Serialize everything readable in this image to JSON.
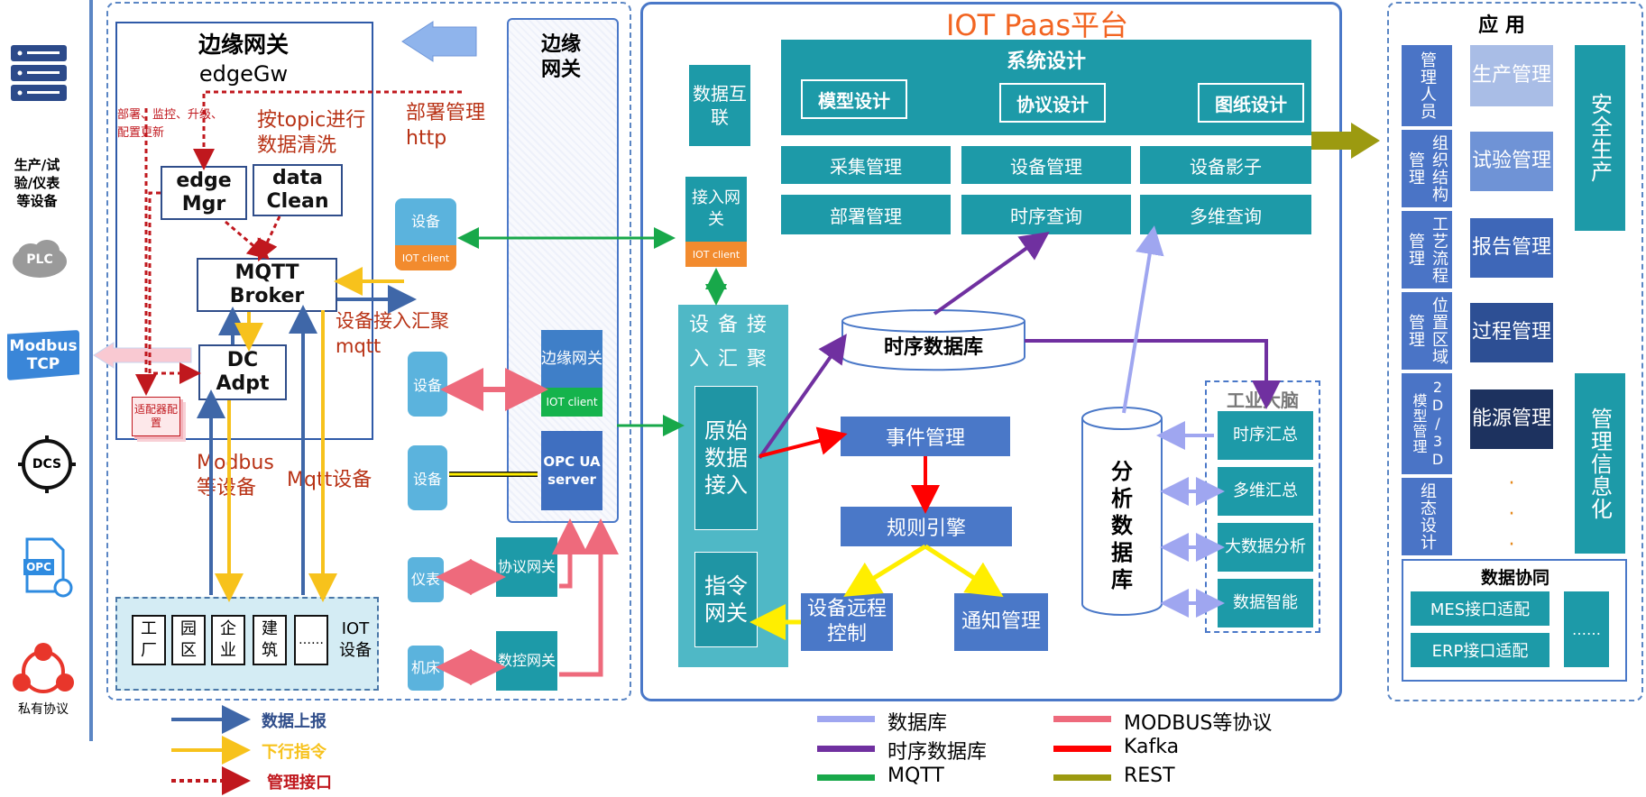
{
  "left_column": {
    "devices_label": "生产/试验/仪表等设备",
    "plc": "PLC",
    "modbus": "Modbus TCP",
    "dcs": "DCS",
    "opc": "OPC",
    "private": "私有协议"
  },
  "edge_gw": {
    "title": "边缘网关",
    "subtitle": "edgeGw",
    "deploy_note": "部署、监控、升级、配置更新",
    "topic_note": "按topic进行数据清洗",
    "deploy_mgmt": "部署管理http",
    "edge_mgr": "edge Mgr",
    "data_clean": "data Clean",
    "mqtt_broker": "MQTT Broker",
    "dc_adpt": "DC Adpt",
    "adapter_cfg": "适配器配置",
    "device_agg": "设备接入汇聚mqtt",
    "modbus_dev": "Modbus等设备",
    "mqtt_dev": "Mqtt设备",
    "sites": [
      "工厂",
      "园区",
      "企业",
      "建筑",
      "……"
    ],
    "iot_dev": "IOT设备"
  },
  "mid": {
    "edge_gw_col": "边缘网关",
    "device1": "设备",
    "iot_client": "IOT client",
    "device2": "设备",
    "device3": "设备",
    "edge_gw_box": "边缘网关",
    "opc_ua": "OPC UA server",
    "meter": "仪表",
    "proto_gw": "协议网关",
    "machine": "机床",
    "nc_gw": "数控网关"
  },
  "paas": {
    "title": "IOT Paas平台",
    "data_interconnect": "数据互联",
    "access_gw": "接入网关",
    "iot_client": "IOT client",
    "system_design": "系统设计",
    "model_design": "模型设计",
    "protocol_design": "协议设计",
    "drawing_design": "图纸设计",
    "row1": [
      "采集管理",
      "设备管理",
      "设备影子"
    ],
    "row2": [
      "部署管理",
      "时序查询",
      "多维查询"
    ],
    "device_access": "设备接入汇聚",
    "raw_data": "原始数据接入",
    "cmd_gw": "指令网关",
    "tsdb": "时序数据库",
    "event_mgmt": "事件管理",
    "rule_engine": "规则引擎",
    "remote_ctrl": "设备远程控制",
    "notify": "通知管理",
    "analysis_db": "分析数据库",
    "brain": "工业大脑",
    "brain_items": [
      "时序汇总",
      "多维汇总",
      "大数据分析",
      "数据智能"
    ]
  },
  "apps": {
    "title": "应 用",
    "col1": [
      "管理人员",
      "组织结构管理",
      "工艺流程管理",
      "位置区域管理",
      "2D/3D模型管理",
      "组态设计"
    ],
    "col2": [
      "生产管理",
      "试验管理",
      "报告管理",
      "过程管理",
      "能源管理"
    ],
    "dots": "·",
    "safety": "安全生产",
    "mis": "管理信息化",
    "data_collab": "数据协同",
    "mes": "MES接口适配",
    "erp": "ERP接口适配",
    "etc": "……"
  },
  "legend": {
    "left": [
      "数据上报",
      "下行指令",
      "管理接口"
    ],
    "mid": [
      "数据库",
      "时序数据库",
      "MQTT"
    ],
    "right": [
      "MODBUS等协议",
      "Kafka",
      "REST"
    ]
  },
  "colors": {
    "teal": "#1d9aa8",
    "blue": "#4a78c8",
    "light_blue": "#5bb3dd",
    "up_arrow": "#3f67a8",
    "down_arrow": "#f7c21c",
    "mgmt": "#c0181e",
    "db_line": "#9fa6f0",
    "tsdb_line": "#7030a0",
    "mqtt_line": "#18a84a",
    "modbus_line": "#ee6a7c",
    "kafka_line": "#ff0000",
    "rest_line": "#9c9a10",
    "title_orange": "#f26522"
  }
}
